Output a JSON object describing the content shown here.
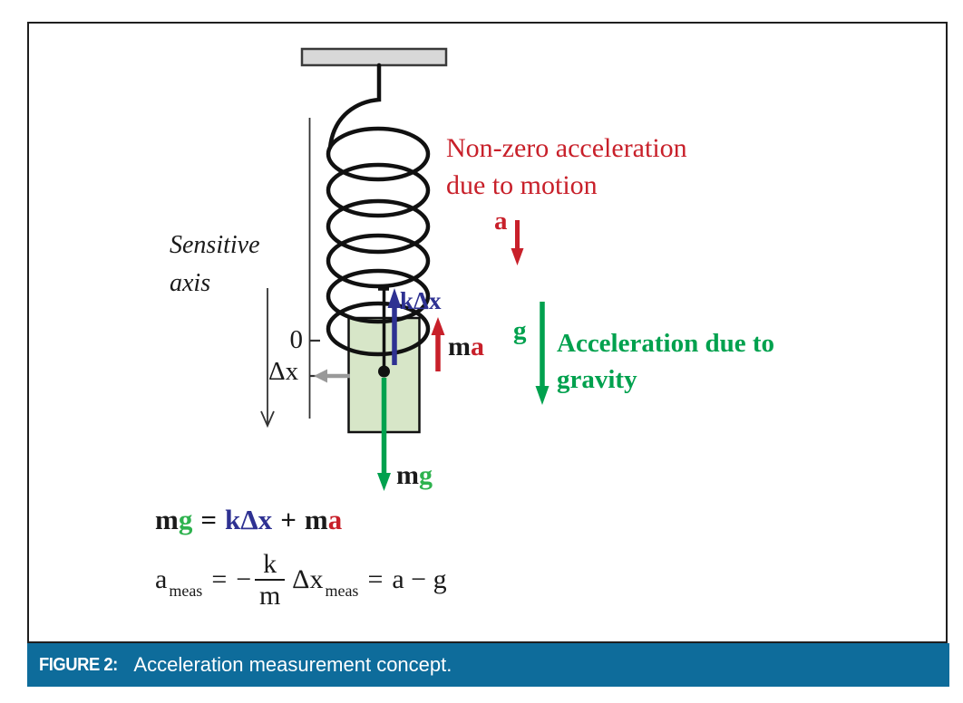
{
  "figure": {
    "caption_label": "FIGURE 2:",
    "caption_text": "Acceleration measurement concept."
  },
  "diagram": {
    "sensitive_axis": {
      "line1": "Sensitive",
      "line2": "axis"
    },
    "scale": {
      "zero": "0",
      "delta_x": "Δx"
    },
    "forces": {
      "spring_force": "kΔx",
      "inertial_m": "m",
      "inertial_a": "a",
      "weight_m": "m",
      "weight_g": "g"
    },
    "acceleration": {
      "a": "a",
      "g": "g",
      "motion_line1": "Non-zero acceleration",
      "motion_line2": "due to motion",
      "gravity_line1": "Acceleration due to",
      "gravity_line2": "gravity"
    }
  },
  "equations": {
    "force_balance": {
      "m1": "m",
      "g": "g",
      "equals": "=",
      "k_dx": "kΔx",
      "plus": "+",
      "m2": "m",
      "a": "a"
    },
    "measurement": {
      "a": "a",
      "a_sub": "meas",
      "equals1": "=",
      "minus": "−",
      "numerator": "k",
      "denominator": "m",
      "dx": "Δx",
      "dx_sub": "meas",
      "equals2": "=",
      "result": "a − g"
    }
  },
  "colors": {
    "red": "#c8202a",
    "green": "#00a14e",
    "green_bright": "#2eb24e",
    "blue": "#2e3192",
    "black": "#1a1a1a",
    "gray_arrow": "#999999",
    "mass_fill": "#d7e6c8",
    "ceiling_fill": "#d8d8d8",
    "caption_bg": "#0e6c9b"
  }
}
